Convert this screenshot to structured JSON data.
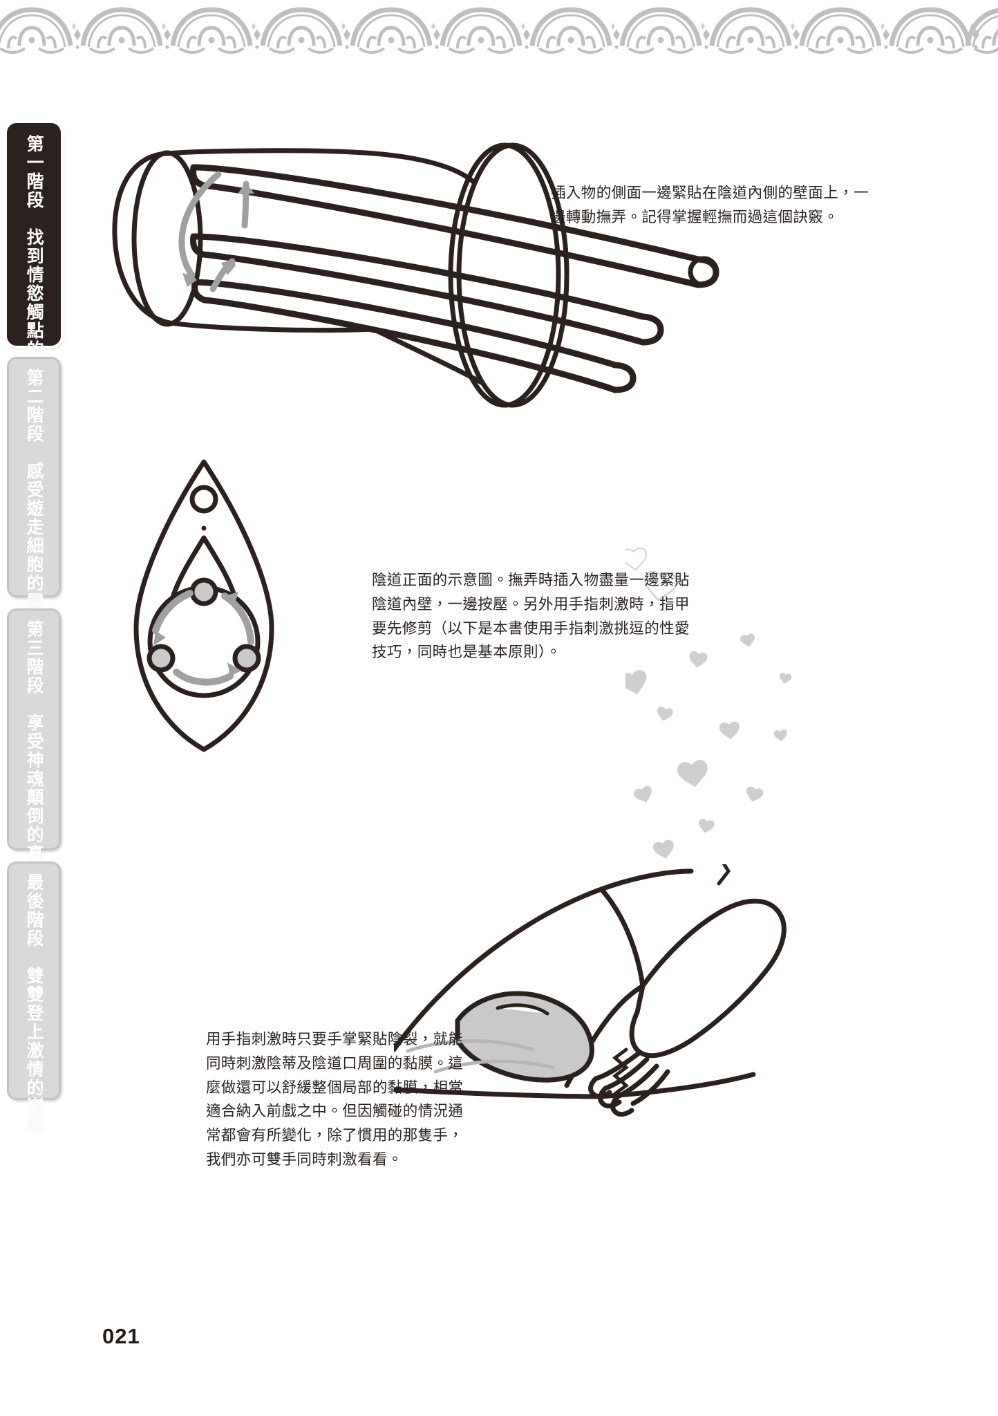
{
  "page": {
    "number": "021",
    "background_color": "#ffffff",
    "ink_color": "#2b211e",
    "accent_gray": "#a8a8a8"
  },
  "top_border": {
    "name": "decorative-ornament-band",
    "color": "#b9b9b9"
  },
  "sidebar": {
    "items": [
      {
        "stage": "第一階段",
        "title": "找到情慾觸點的開關",
        "label": "第一階段　找到情慾觸點的開關",
        "active": true,
        "bg": "#2b211e",
        "fg": "#ffffff"
      },
      {
        "stage": "第二階段",
        "title": "感受遊走細胞的電流",
        "label": "第二階段　感受遊走細胞的電流",
        "active": false,
        "bg": "#d9d9d9",
        "fg": "#ffffff"
      },
      {
        "stage": "第三階段",
        "title": "享受神魂顛倒的高潮",
        "label": "第三階段　享受神魂顛倒的高潮",
        "active": false,
        "bg": "#d9d9d9",
        "fg": "#ffffff"
      },
      {
        "stage": "最後階段",
        "title": "雙雙登上激情的巔峰",
        "label": "最後階段　雙雙登上激情的巔峰",
        "active": false,
        "bg": "#d9d9d9",
        "fg": "#ffffff"
      }
    ]
  },
  "paragraphs": [
    {
      "id": "caption-tube",
      "text": "插入物的側面一邊緊貼在陰道內側的壁面上，一邊轉動撫弄。記得掌握輕撫而過這個訣竅。"
    },
    {
      "id": "caption-vulva",
      "text": "陰道正面的示意圖。撫弄時插入物盡量一邊緊貼陰道內壁，一邊按壓。另外用手指刺激時，指甲要先修剪（以下是本書使用手指刺激挑逗的性愛技巧，同時也是基本原則）。"
    },
    {
      "id": "caption-hand",
      "text": "用手指刺激時只要手掌緊貼陰裂，就能同時刺激陰蒂及陰道口周圍的黏膜。這麼做還可以舒緩整個局部的黏膜，相當適合納入前戲之中。但因觸碰的情況通常都會有所變化，除了慣用的那隻手，我們亦可雙手同時刺激看看。"
    }
  ],
  "illustrations": [
    {
      "id": "tube-diagram",
      "name": "vaginal-canal-tube-illustration",
      "description": "剖面示意：圓筒狀陰道內的三根插入物與旋轉箭頭"
    },
    {
      "id": "vulva-diagram",
      "name": "vulva-front-view-illustration",
      "description": "陰道正面示意圖，三個圓點與循環箭頭"
    },
    {
      "id": "hearts",
      "name": "heart-decoration",
      "description": "上升的愛心裝飾"
    },
    {
      "id": "hand-diagram",
      "name": "hand-on-vulva-illustration",
      "description": "手掌緊貼陰裂的示意圖"
    }
  ]
}
